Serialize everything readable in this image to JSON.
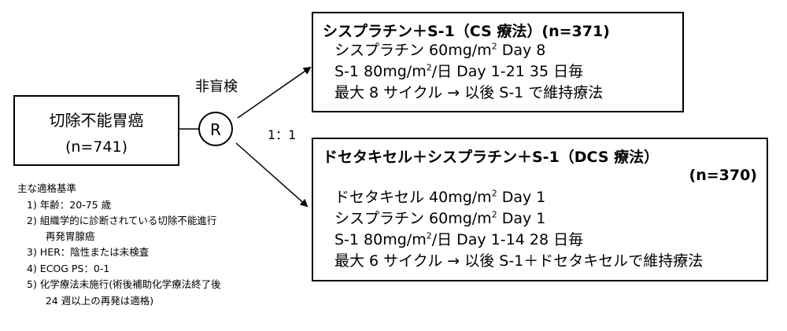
{
  "population": {
    "title": "切除不能胃癌",
    "n": "(n=741)"
  },
  "randomization": {
    "symbol": "R",
    "blinding": "非盲検",
    "ratio": "1：1"
  },
  "arm_cs": {
    "title": "シスプラチン＋S-1（CS 療法）(n=371)",
    "lines": [
      {
        "pre": "シスプラチン  60mg/m",
        "sup": "2",
        "post": " Day 8"
      },
      {
        "pre": "S-1 80mg/m",
        "sup": "2",
        "post": "/日  Day 1-21     35 日毎"
      },
      {
        "pre": "最大 8 サイクル → 以後 S-1 で維持療法",
        "sup": "",
        "post": ""
      }
    ]
  },
  "arm_dcs": {
    "title": "ドセタキセル＋シスプラチン＋S-1（DCS 療法）",
    "n": "(n=370)",
    "lines": [
      {
        "pre": "ドセタキセル  40mg/m",
        "sup": "2",
        "post": " Day 1"
      },
      {
        "pre": "シスプラチン  60mg/m",
        "sup": "2",
        "post": " Day 1"
      },
      {
        "pre": "S-1 80mg/m",
        "sup": "2",
        "post": "/日  Day 1-14     28 日毎"
      },
      {
        "pre": "最大 6 サイクル → 以後 S-1＋ドセタキセルで維持療法",
        "sup": "",
        "post": ""
      }
    ]
  },
  "criteria": {
    "title": "主な適格基準",
    "items": [
      "1)  年齢：20-75 歳",
      "2)  組織学的に診断されている切除不能進行",
      "      再発胃腺癌",
      "3)  HER：陰性または未検査",
      "4)  ECOG PS：0-1",
      "5)  化学療法未施行(術後補助化学療法終了後",
      "      24 週以上の再発は適格)"
    ]
  }
}
